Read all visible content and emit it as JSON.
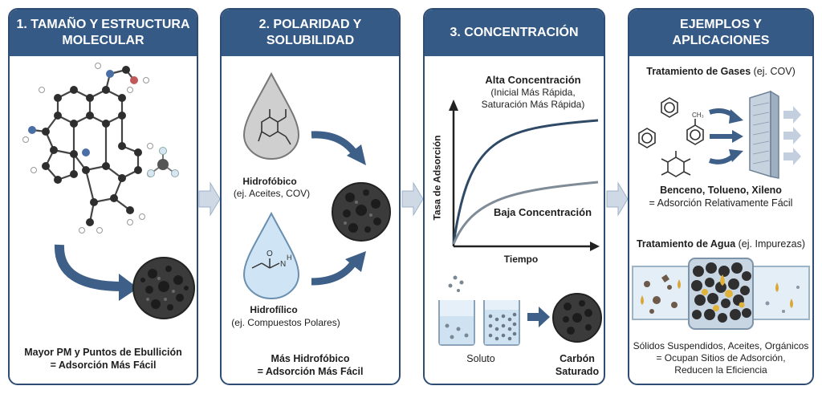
{
  "panels": [
    {
      "title_line1": "1. TAMAÑO Y ESTRUCTURA",
      "title_line2": "MOLECULAR",
      "caption_line1": "Mayor PM y Puntos de Ebullición",
      "caption_line2": "= Adsorción Más Fácil"
    },
    {
      "title_line1": "2. POLARIDAD Y",
      "title_line2": "SOLUBILIDAD",
      "hydrophobic_label": "Hidrofóbico",
      "hydrophobic_example": "(ej. Aceites, COV)",
      "hydrophilic_label": "Hidrofílico",
      "hydrophilic_example": "(ej. Compuestos Polares)",
      "caption_line1": "Más Hidrofóbico",
      "caption_line2": "= Adsorción Más Fácil"
    },
    {
      "title_line1": "3. CONCENTRACIÓN",
      "y_axis_label": "Tasa de Adsorción",
      "x_axis_label": "Tiempo",
      "high_label": "Alta Concentración",
      "high_note_line1": "(Inicial Más Rápida,",
      "high_note_line2": "Saturación Más Rápida)",
      "low_label": "Baja Concentración",
      "solute_label": "Soluto",
      "saturated_line1": "Carbón",
      "saturated_line2": "Saturado"
    },
    {
      "title_line1": "EJEMPLOS Y",
      "title_line2": "APLICACIONES",
      "gas_title_bold": "Tratamiento de Gases",
      "gas_title_rest": " (ej. COV)",
      "ch3_label": "CH₃",
      "gas_caption_bold": "Benceno, Tolueno, Xileno",
      "gas_caption_rest": "= Adsorción Relativamente Fácil",
      "water_title_bold": "Tratamiento de Agua",
      "water_title_rest": " (ej. Impurezas)",
      "water_caption_line1": "Sólidos Suspendidos, Aceites, Orgánicos",
      "water_caption_line2": "= Ocupan Sitios de Adsorción,",
      "water_caption_line3": "Reducen la Eficiencia"
    }
  ],
  "curve_labels": {
    "amide_o": "O",
    "amide_n": "N",
    "amide_h": "H"
  },
  "colors": {
    "header": "#355a86",
    "border": "#2f4d74",
    "carbon": "#3a3a3a",
    "arrow": "#3d5f88",
    "chevron": "#cfd9e6"
  }
}
